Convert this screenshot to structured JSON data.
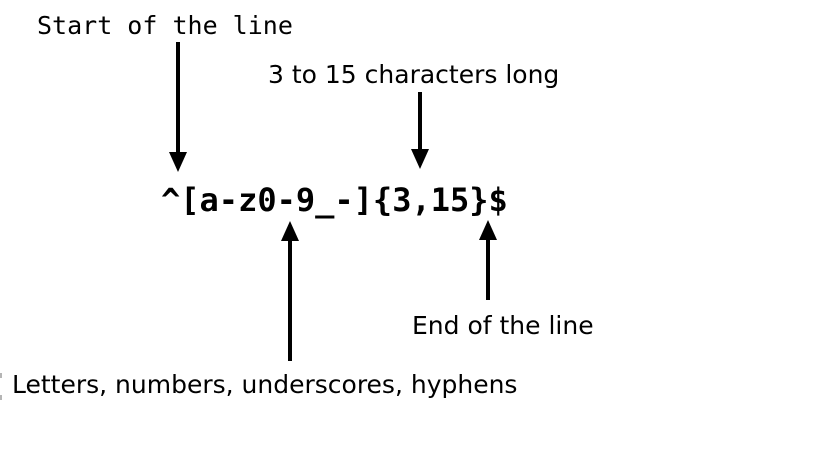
{
  "diagram": {
    "regex": "^[a-z0-9_-]{3,15}$",
    "annotations": {
      "start": {
        "label": "Start of the line"
      },
      "length": {
        "label": "3 to 15 characters long"
      },
      "charclass": {
        "label": "Letters, numbers, underscores, hyphens"
      },
      "end": {
        "label": "End of the line"
      }
    }
  },
  "colors": {
    "text": "#000000",
    "background": "#ffffff",
    "arrow": "#000000"
  }
}
